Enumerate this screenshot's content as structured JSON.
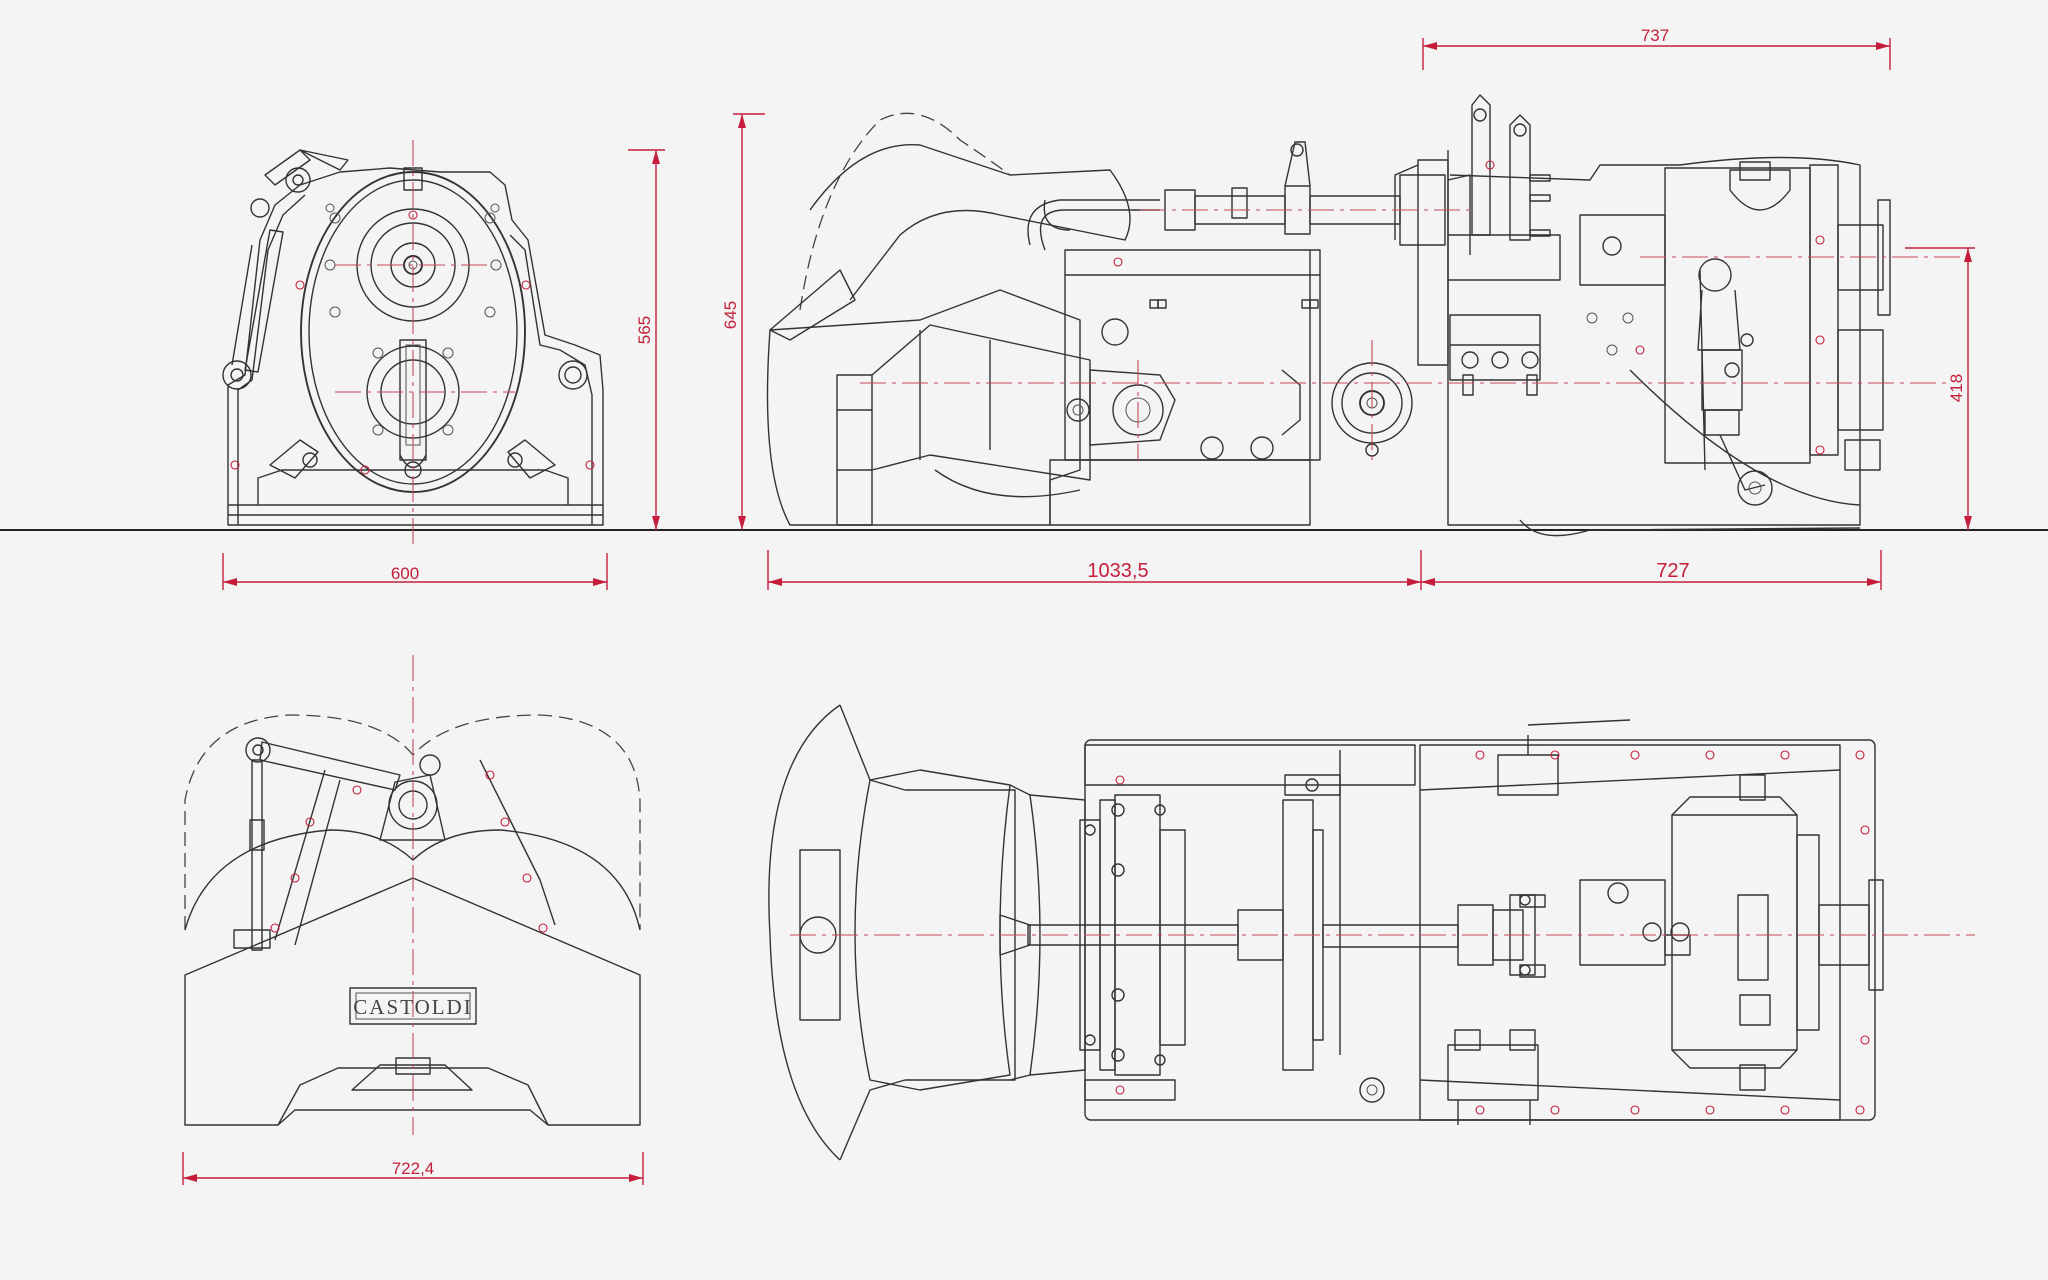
{
  "dimensions": {
    "front_width": "600",
    "front_height": "565",
    "side_height": "645",
    "side_top_length": "737",
    "side_shaft_height": "418",
    "side_length_left": "1033,5",
    "side_length_right": "727",
    "plan_front_width": "722,4"
  },
  "nameplate": {
    "brand": "CASTOLDI"
  },
  "colors": {
    "linework": "#333333",
    "dimension": "#c41e3a",
    "background": "#f4f4f4"
  }
}
